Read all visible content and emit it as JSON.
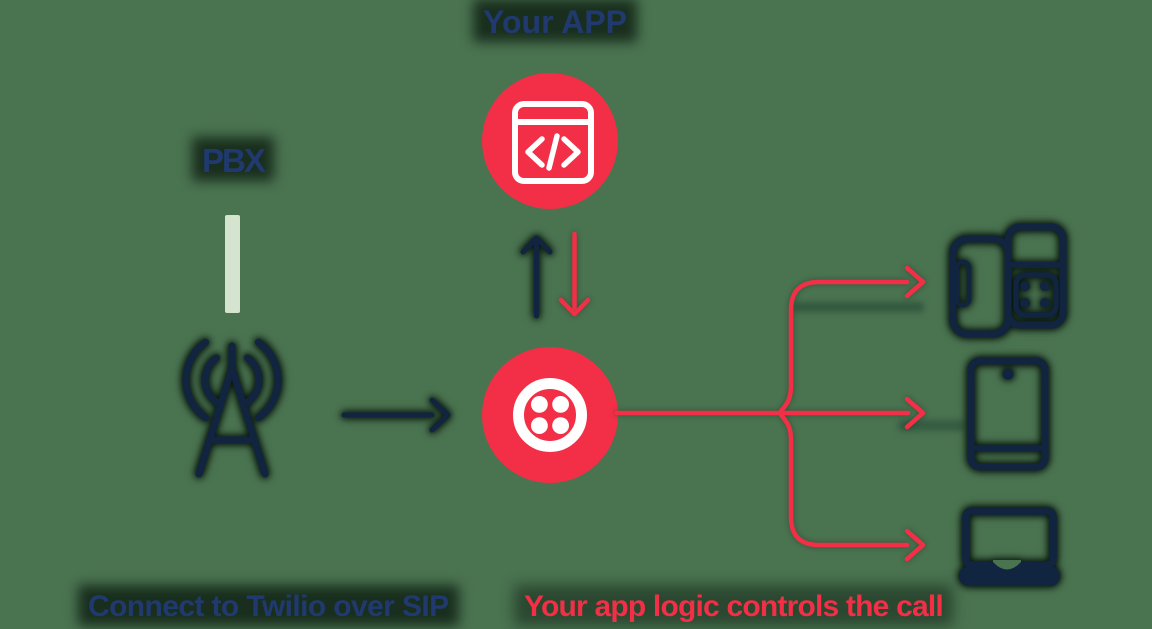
{
  "title": "Connect to Twilio over SIP diagram",
  "colors": {
    "background": "#4A7350",
    "red": "#F22F46",
    "navy_text": "#203A70",
    "navy_icon": "#112440",
    "pale_bar": "#D5E4CE",
    "halo_strong": "rgba(4,17,9,0.70)",
    "halo_soft": "rgba(4,17,9,0.45)",
    "ghost_teal": "rgba(22,58,44,0.45)"
  },
  "labels": {
    "your_app": "Your APP",
    "pbx": "PBX",
    "connect_sip": "Connect to Twilio over SIP",
    "app_logic": "Your app logic controls the call"
  },
  "icons": {
    "your_app": "code-window-icon",
    "pbx": "radio-tower-icon",
    "twilio": "twilio-logo-icon",
    "endpoint_top": "desk-phone-icon",
    "endpoint_middle": "mobile-phone-icon",
    "endpoint_bottom": "laptop-icon"
  },
  "connections": [
    {
      "from": "pbx",
      "to": "twilio",
      "color": "navy"
    },
    {
      "from": "your_app",
      "to": "twilio",
      "color": "navy"
    },
    {
      "from": "twilio",
      "to": "your_app",
      "color": "red"
    },
    {
      "from": "twilio",
      "to": "endpoints",
      "color": "red",
      "branches": 3
    }
  ]
}
